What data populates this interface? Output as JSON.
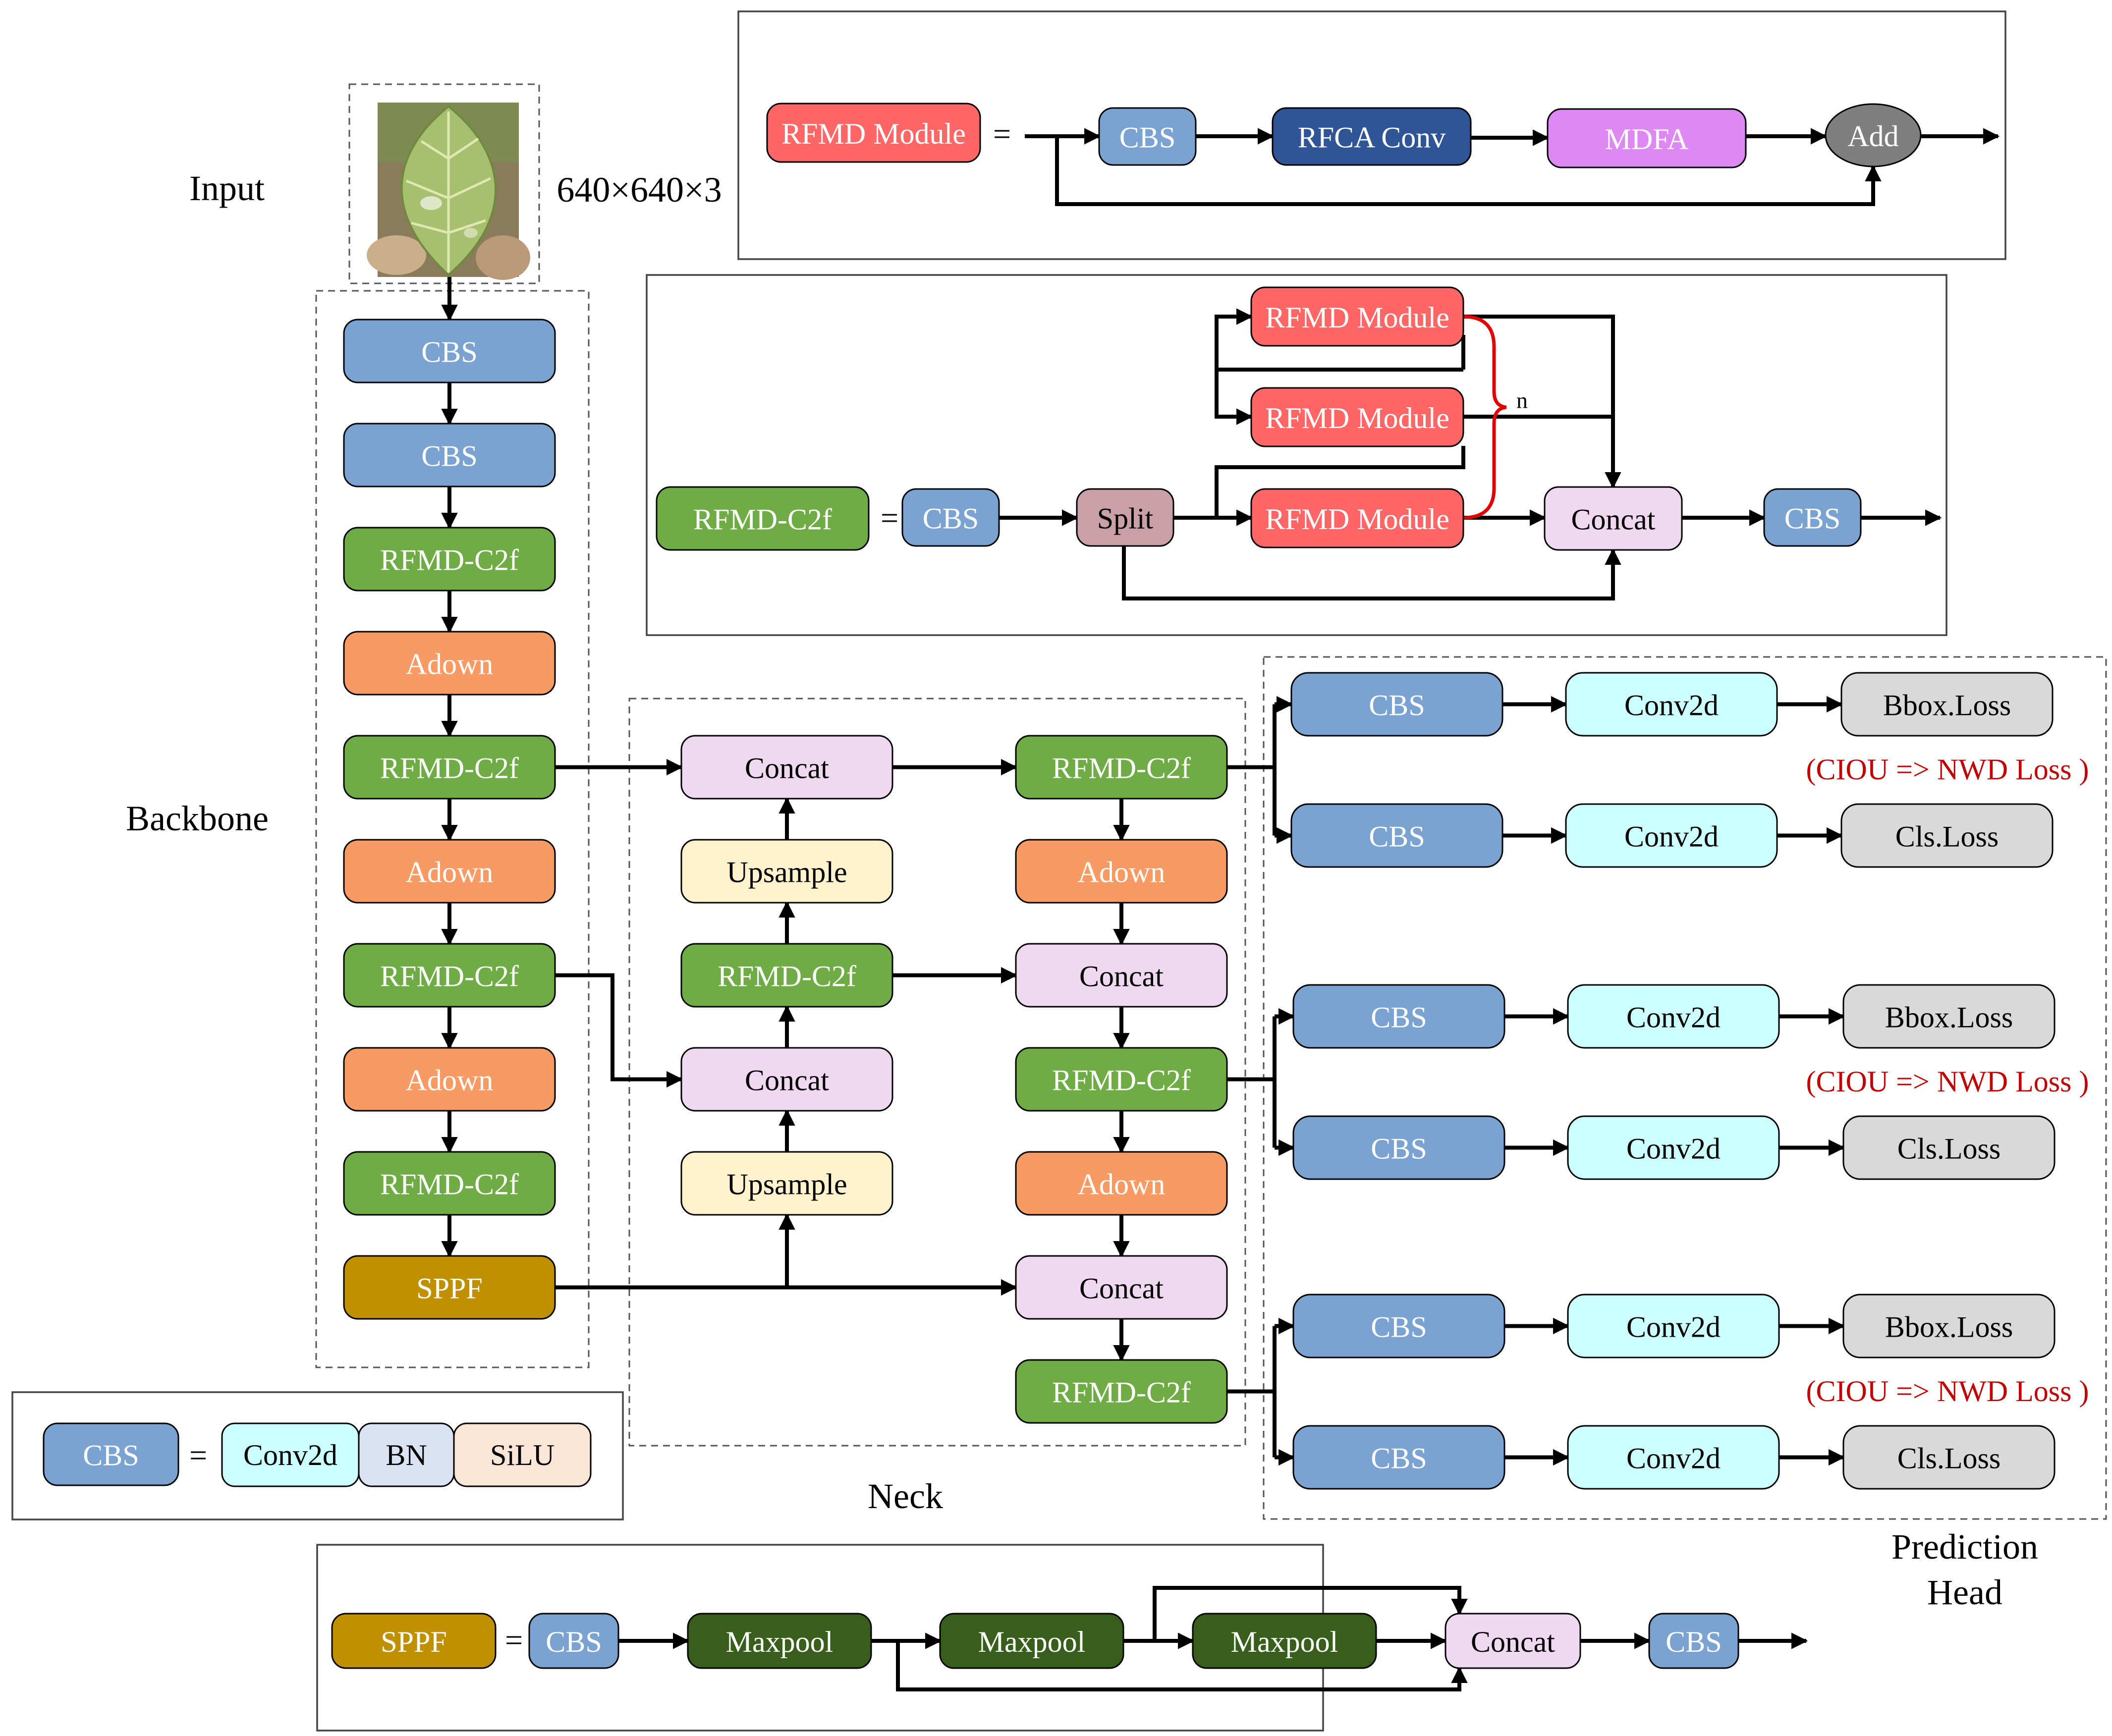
{
  "labels": {
    "input": "Input",
    "input_size": "640×640×3",
    "backbone": "Backbone",
    "neck": "Neck",
    "prediction_head_line1": "Prediction",
    "prediction_head_line2": "Head",
    "n": "n",
    "eq": "="
  },
  "input_image": {
    "description_icon": "leaf-photo-icon"
  },
  "backbone": [
    "CBS",
    "CBS",
    "RFMD-C2f",
    "Adown",
    "RFMD-C2f",
    "Adown",
    "RFMD-C2f",
    "Adown",
    "RFMD-C2f",
    "SPPF"
  ],
  "neck": {
    "col1": [
      "Concat",
      "Upsample",
      "RFMD-C2f",
      "Concat",
      "Upsample"
    ],
    "col2": [
      "RFMD-C2f",
      "Adown",
      "Concat",
      "RFMD-C2f",
      "Adown",
      "Concat",
      "RFMD-C2f"
    ]
  },
  "head": {
    "groups": [
      {
        "top": [
          "CBS",
          "Conv2d",
          "Bbox.Loss"
        ],
        "note": "(CIOU => NWD Loss )",
        "bottom": [
          "CBS",
          "Conv2d",
          "Cls.Loss"
        ]
      },
      {
        "top": [
          "CBS",
          "Conv2d",
          "Bbox.Loss"
        ],
        "note": "(CIOU => NWD Loss )",
        "bottom": [
          "CBS",
          "Conv2d",
          "Cls.Loss"
        ]
      },
      {
        "top": [
          "CBS",
          "Conv2d",
          "Bbox.Loss"
        ],
        "note": "(CIOU => NWD Loss )",
        "bottom": [
          "CBS",
          "Conv2d",
          "Cls.Loss"
        ]
      }
    ]
  },
  "rfmd_module_def": [
    "RFMD Module",
    "CBS",
    "RFCA Conv",
    "MDFA",
    "Add"
  ],
  "rfmd_c2f_def": [
    "RFMD-C2f",
    "CBS",
    "Split",
    "RFMD Module",
    "RFMD Module",
    "RFMD Module",
    "Concat",
    "CBS"
  ],
  "cbs_def": [
    "CBS",
    "Conv2d",
    "BN",
    "SiLU"
  ],
  "sppf_def": [
    "SPPF",
    "CBS",
    "Maxpool",
    "Maxpool",
    "Maxpool",
    "Concat",
    "CBS"
  ],
  "colors": {
    "cbs": "#7aa3d2",
    "rfmd_c2f": "#6fac46",
    "adown": "#f79a63",
    "sppf": "#bf9000",
    "concat": "#f0d9f0",
    "upsample": "#fff2cc",
    "conv2d": "#ccffff",
    "loss": "#d9d9d9",
    "rfmd_module": "#ff6666",
    "rfca_conv": "#2f5597",
    "mdfa": "#dd88f5",
    "add": "#7f7f7f",
    "split": "#c9a0a8",
    "maxpool": "#375f1b",
    "bn": "#dae3f3",
    "silu": "#fbe5d6",
    "note_red": "#c00000"
  }
}
